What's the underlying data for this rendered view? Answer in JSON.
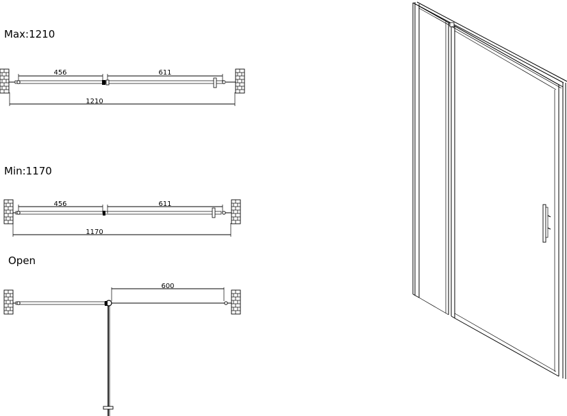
{
  "diagrams": {
    "max": {
      "title": "Max:1210",
      "left_panel": "456",
      "right_panel": "611",
      "total": "1210"
    },
    "min": {
      "title": "Min:1170",
      "left_panel": "456",
      "right_panel": "611",
      "total": "1170"
    },
    "open": {
      "title": "Open",
      "opening": "600"
    }
  }
}
